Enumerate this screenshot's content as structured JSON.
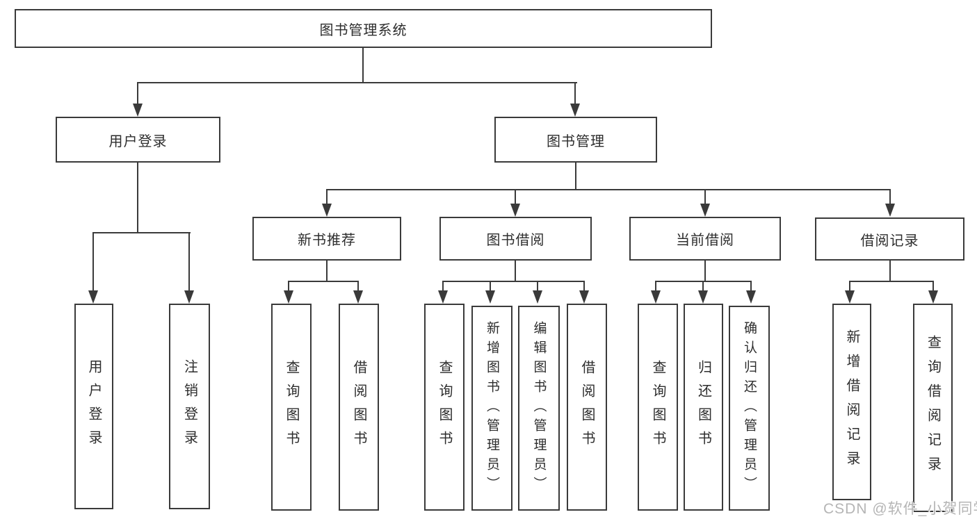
{
  "diagram": {
    "title": "图书管理系统",
    "root": "图书管理系统",
    "level1": [
      "用户登录",
      "图书管理"
    ],
    "level2": [
      "新书推荐",
      "图书借阅",
      "当前借阅",
      "借阅记录"
    ],
    "leaves": {
      "login": [
        "用户登录",
        "注销登录"
      ],
      "recommend": [
        "查询图书",
        "借阅图书"
      ],
      "borrow": [
        "查询图书",
        "新增图书（管理员）",
        "编辑图书（管理员）",
        "借阅图书"
      ],
      "current": [
        "查询图书",
        "归还图书",
        "确认归还（管理员）"
      ],
      "records": [
        "新增借阅记录",
        "查询借阅记录"
      ]
    }
  },
  "watermark": "CSDN @软件_小贺同学",
  "colors": {
    "line": "#3a3a3a",
    "text": "#2d2d2d",
    "watermark": "#b5b5b5",
    "background": "#ffffff"
  }
}
